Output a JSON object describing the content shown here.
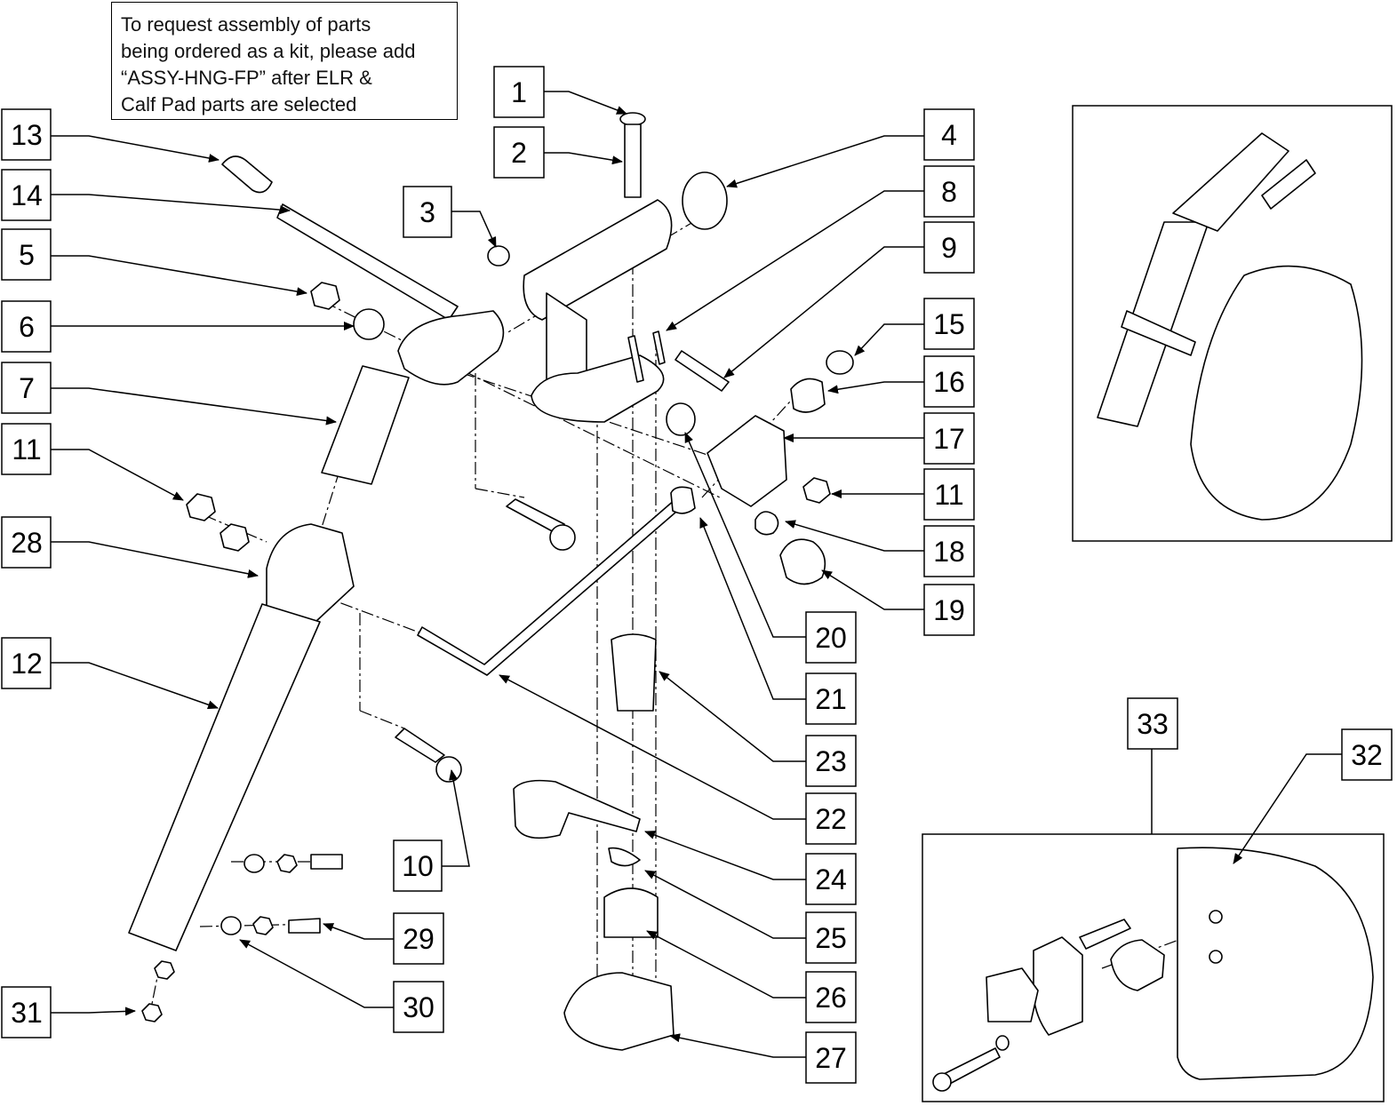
{
  "note": {
    "lines": [
      "To request assembly of parts",
      "being ordered as a kit, please add",
      "“ASSY-HNG-FP” after ELR &",
      "Calf Pad parts are selected"
    ]
  },
  "callouts": [
    {
      "label": "1"
    },
    {
      "label": "2"
    },
    {
      "label": "3"
    },
    {
      "label": "4"
    },
    {
      "label": "8"
    },
    {
      "label": "9"
    },
    {
      "label": "13"
    },
    {
      "label": "14"
    },
    {
      "label": "5"
    },
    {
      "label": "6"
    },
    {
      "label": "7"
    },
    {
      "label": "11"
    },
    {
      "label": "28"
    },
    {
      "label": "12"
    },
    {
      "label": "15"
    },
    {
      "label": "16"
    },
    {
      "label": "17"
    },
    {
      "label": "11"
    },
    {
      "label": "18"
    },
    {
      "label": "19"
    },
    {
      "label": "20"
    },
    {
      "label": "21"
    },
    {
      "label": "23"
    },
    {
      "label": "22"
    },
    {
      "label": "10"
    },
    {
      "label": "24"
    },
    {
      "label": "25"
    },
    {
      "label": "26"
    },
    {
      "label": "27"
    },
    {
      "label": "29"
    },
    {
      "label": "30"
    },
    {
      "label": "31"
    },
    {
      "label": "33"
    },
    {
      "label": "32"
    }
  ]
}
